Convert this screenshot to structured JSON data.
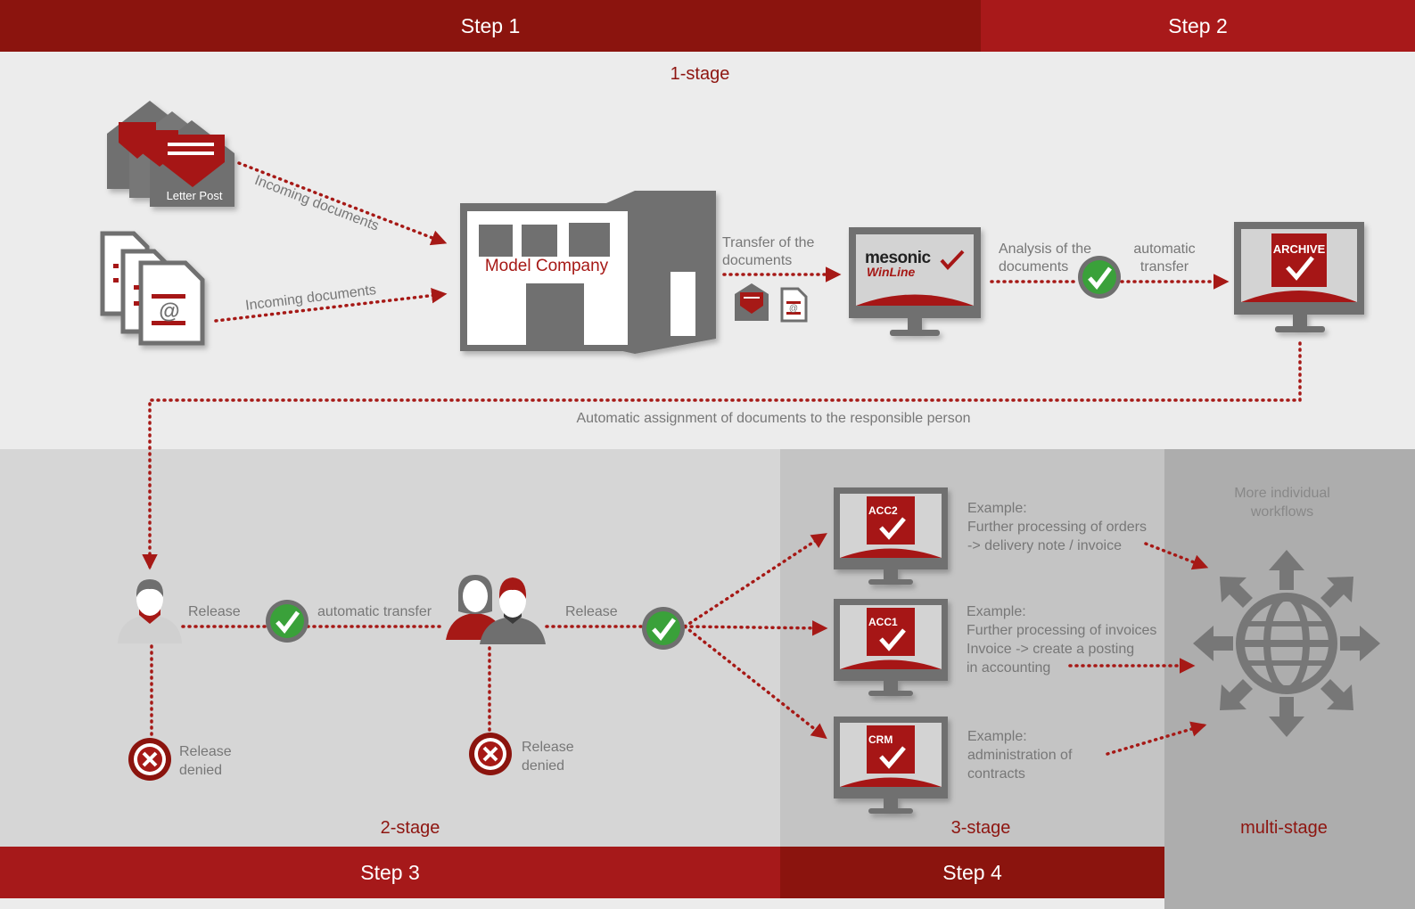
{
  "steps": {
    "step1": "Step 1",
    "step2": "Step 2",
    "step3": "Step 3",
    "step4": "Step 4"
  },
  "stages": {
    "one": "1-stage",
    "two": "2-stage",
    "three": "3-stage",
    "multi": "multi-stage"
  },
  "nodes": {
    "letter_post": "Letter Post",
    "model_company": "Model Company",
    "mesonic": "mesonic",
    "wintine": "WinLine",
    "archive": "ARCHIVE",
    "acc2": "ACC2",
    "acc1": "ACC1",
    "crm": "CRM"
  },
  "labels": {
    "incoming_1": "Incoming documents",
    "incoming_2": "Incoming documents",
    "transfer": "Transfer of the documents",
    "transfer_l1": "Transfer of the",
    "transfer_l2": "documents",
    "analysis_l1": "Analysis of the",
    "analysis_l2": "documents",
    "auto_l1": "automatic",
    "auto_l2": "transfer",
    "assignment": "Automatic assignment of documents to the responsible person",
    "release_1": "Release",
    "auto_transfer": "automatic transfer",
    "release_2": "Release",
    "denied_1a": "Release",
    "denied_1b": "denied",
    "denied_2a": "Release",
    "denied_2b": "denied",
    "more_1": "More individual",
    "more_2": "workflows"
  },
  "examples": {
    "acc2": [
      "Example:",
      "Further processing of orders",
      "-> delivery note / invoice"
    ],
    "acc1": [
      "Example:",
      "Further processing of invoices",
      "Invoice -> create a posting",
      "in accounting"
    ],
    "crm": [
      "Example:",
      "administration of",
      "contracts"
    ]
  },
  "colors": {
    "dark_red": "#8e1510",
    "red": "#a61916",
    "gray": "#6f6f6f",
    "green": "#3aa13a"
  }
}
